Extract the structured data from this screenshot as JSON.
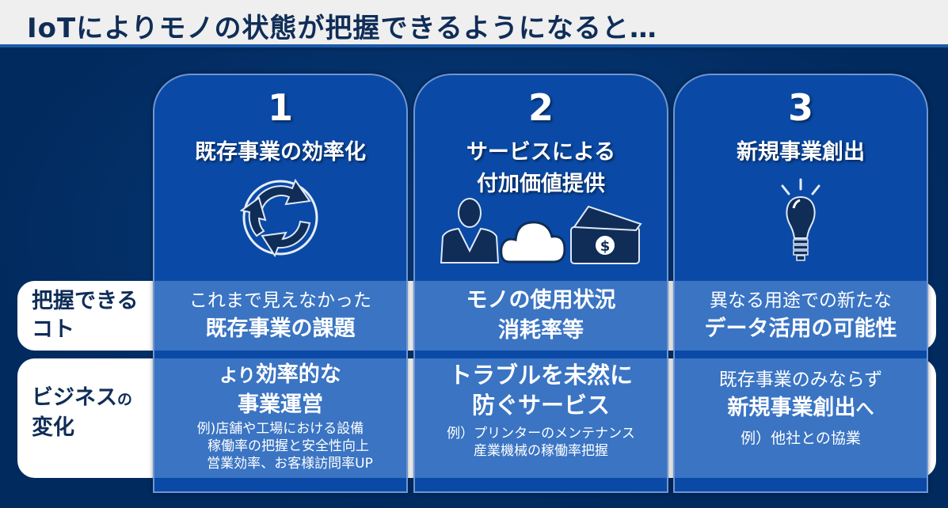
{
  "title": "IoTによりモノの状態が把握できるようになると…",
  "rows": [
    {
      "label_l1": "把握できる",
      "label_l2": "コト"
    },
    {
      "label_l1": "ビジネス",
      "label_small": "の",
      "label_l2": "変化"
    }
  ],
  "columns": [
    {
      "number": "1",
      "heading_l1": "既存事業の効率化",
      "heading_l2": "",
      "icon": "cycle-arrows-icon",
      "know_light": "これまで見えなかった",
      "know_bold": "既存事業の課題",
      "change_pre": "より",
      "change_bold1": "効率的な",
      "change_bold2": "事業運営",
      "examples": [
        "例)店舗や工場における設備",
        "稼働率の把握と安全性向上",
        "営業効率、お客様訪問率UP"
      ]
    },
    {
      "number": "2",
      "heading_l1": "サービスによる",
      "heading_l2": "付加価値提供",
      "icon": "person-cloud-money-icon",
      "know_bold1": "モノの使用状況",
      "know_bold2": "消耗率等",
      "change_bold1": "トラブルを未然に",
      "change_bold2": "防ぐサービス",
      "examples": [
        "例）プリンターのメンテナンス",
        "産業機械の稼働率把握"
      ]
    },
    {
      "number": "3",
      "heading_l1": "新規事業創出",
      "heading_l2": "",
      "icon": "lightbulb-icon",
      "know_light": "異なる用途での新たな",
      "know_bold": "データ活用の可能性",
      "change_light": "既存事業のみならず",
      "change_bold": "新規事業創出",
      "change_suffix": "へ",
      "examples": [
        "例）他社との協業"
      ]
    }
  ]
}
